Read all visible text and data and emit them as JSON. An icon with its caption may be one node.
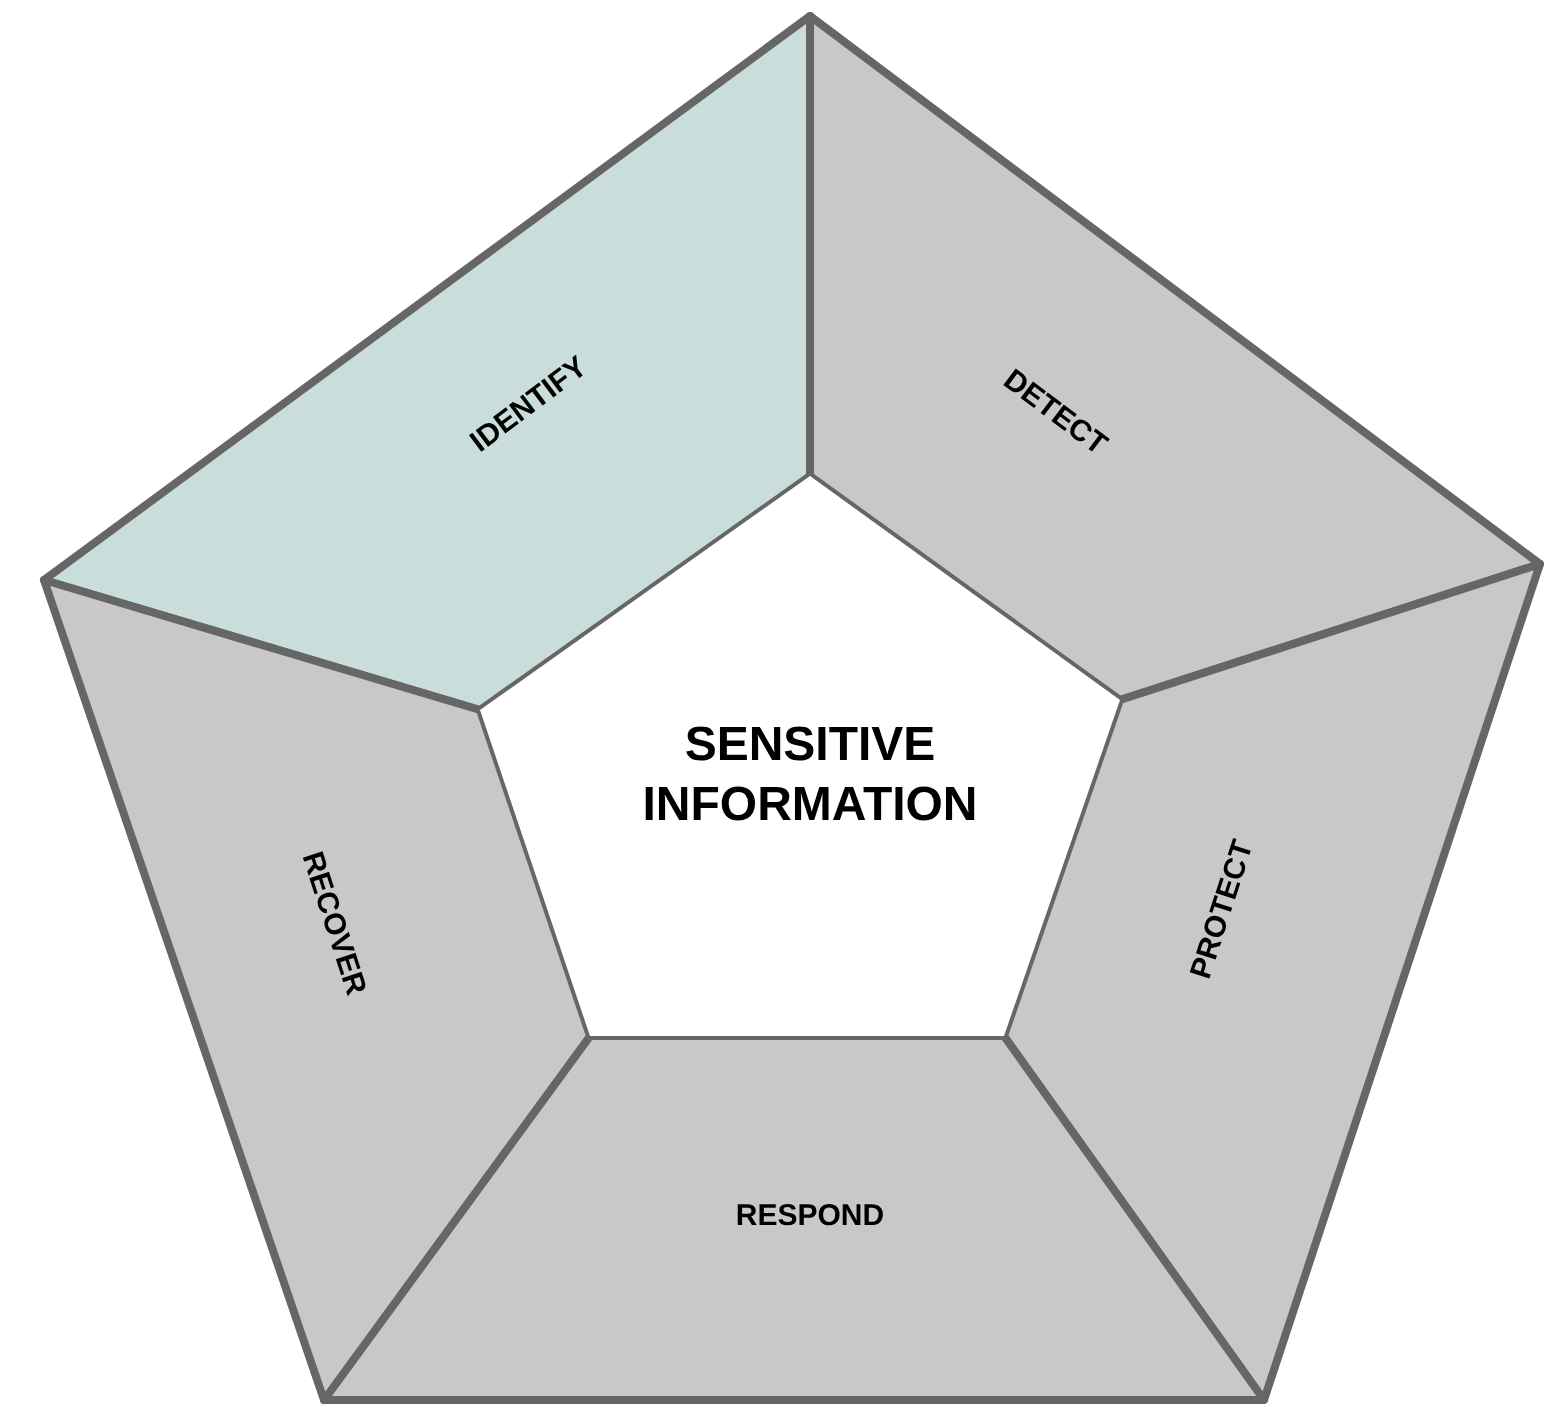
{
  "diagram": {
    "nodes": [
      {
        "text": [
          "SENSITIVE INFORMATION"
        ]
      },
      {
        "text": [
          "IDENTIFY"
        ]
      },
      {
        "text": [
          "DETECT"
        ]
      },
      {
        "text": [
          "PROTECT"
        ]
      },
      {
        "text": [
          "RESPOND"
        ]
      },
      {
        "text": [
          "RECOVER"
        ]
      }
    ]
  }
}
